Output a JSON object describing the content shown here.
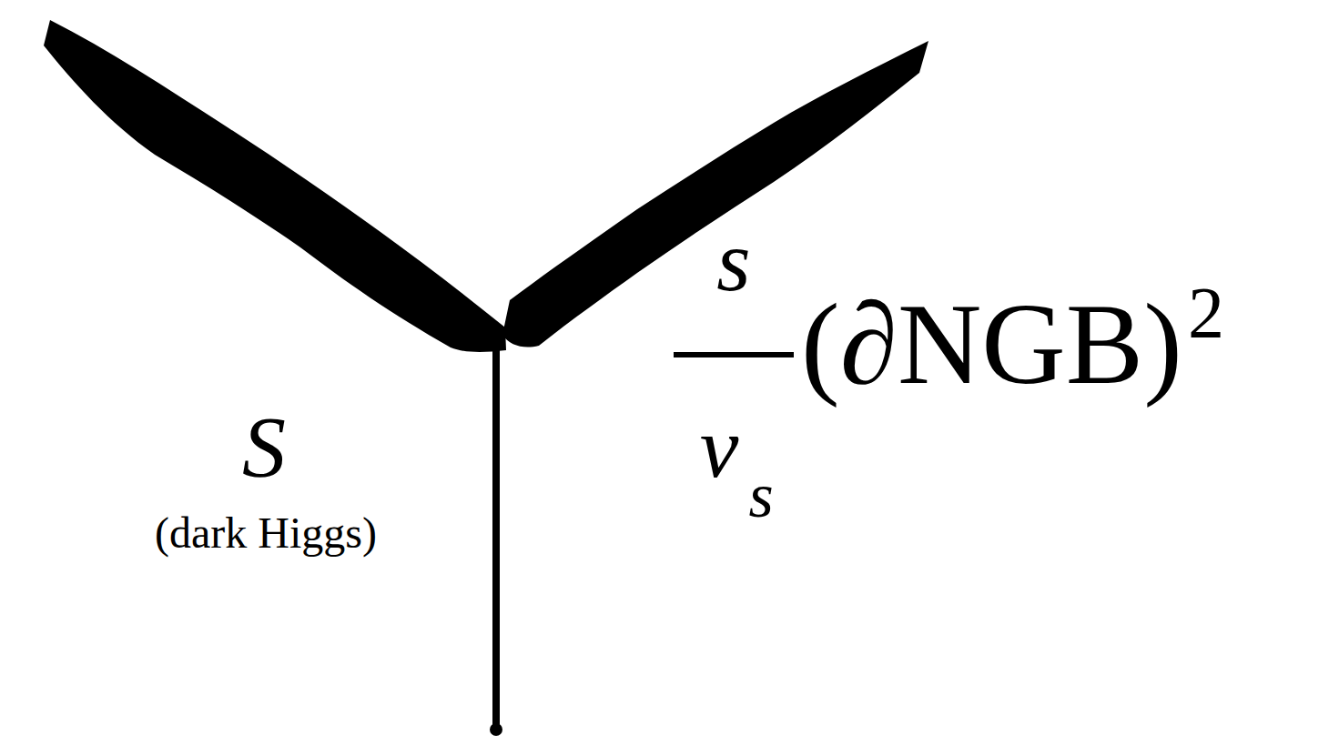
{
  "diagram": {
    "labels": [
      "S",
      "(dark Higgs)",
      "s",
      "v",
      "s",
      "(∂NGB)",
      "2"
    ]
  }
}
